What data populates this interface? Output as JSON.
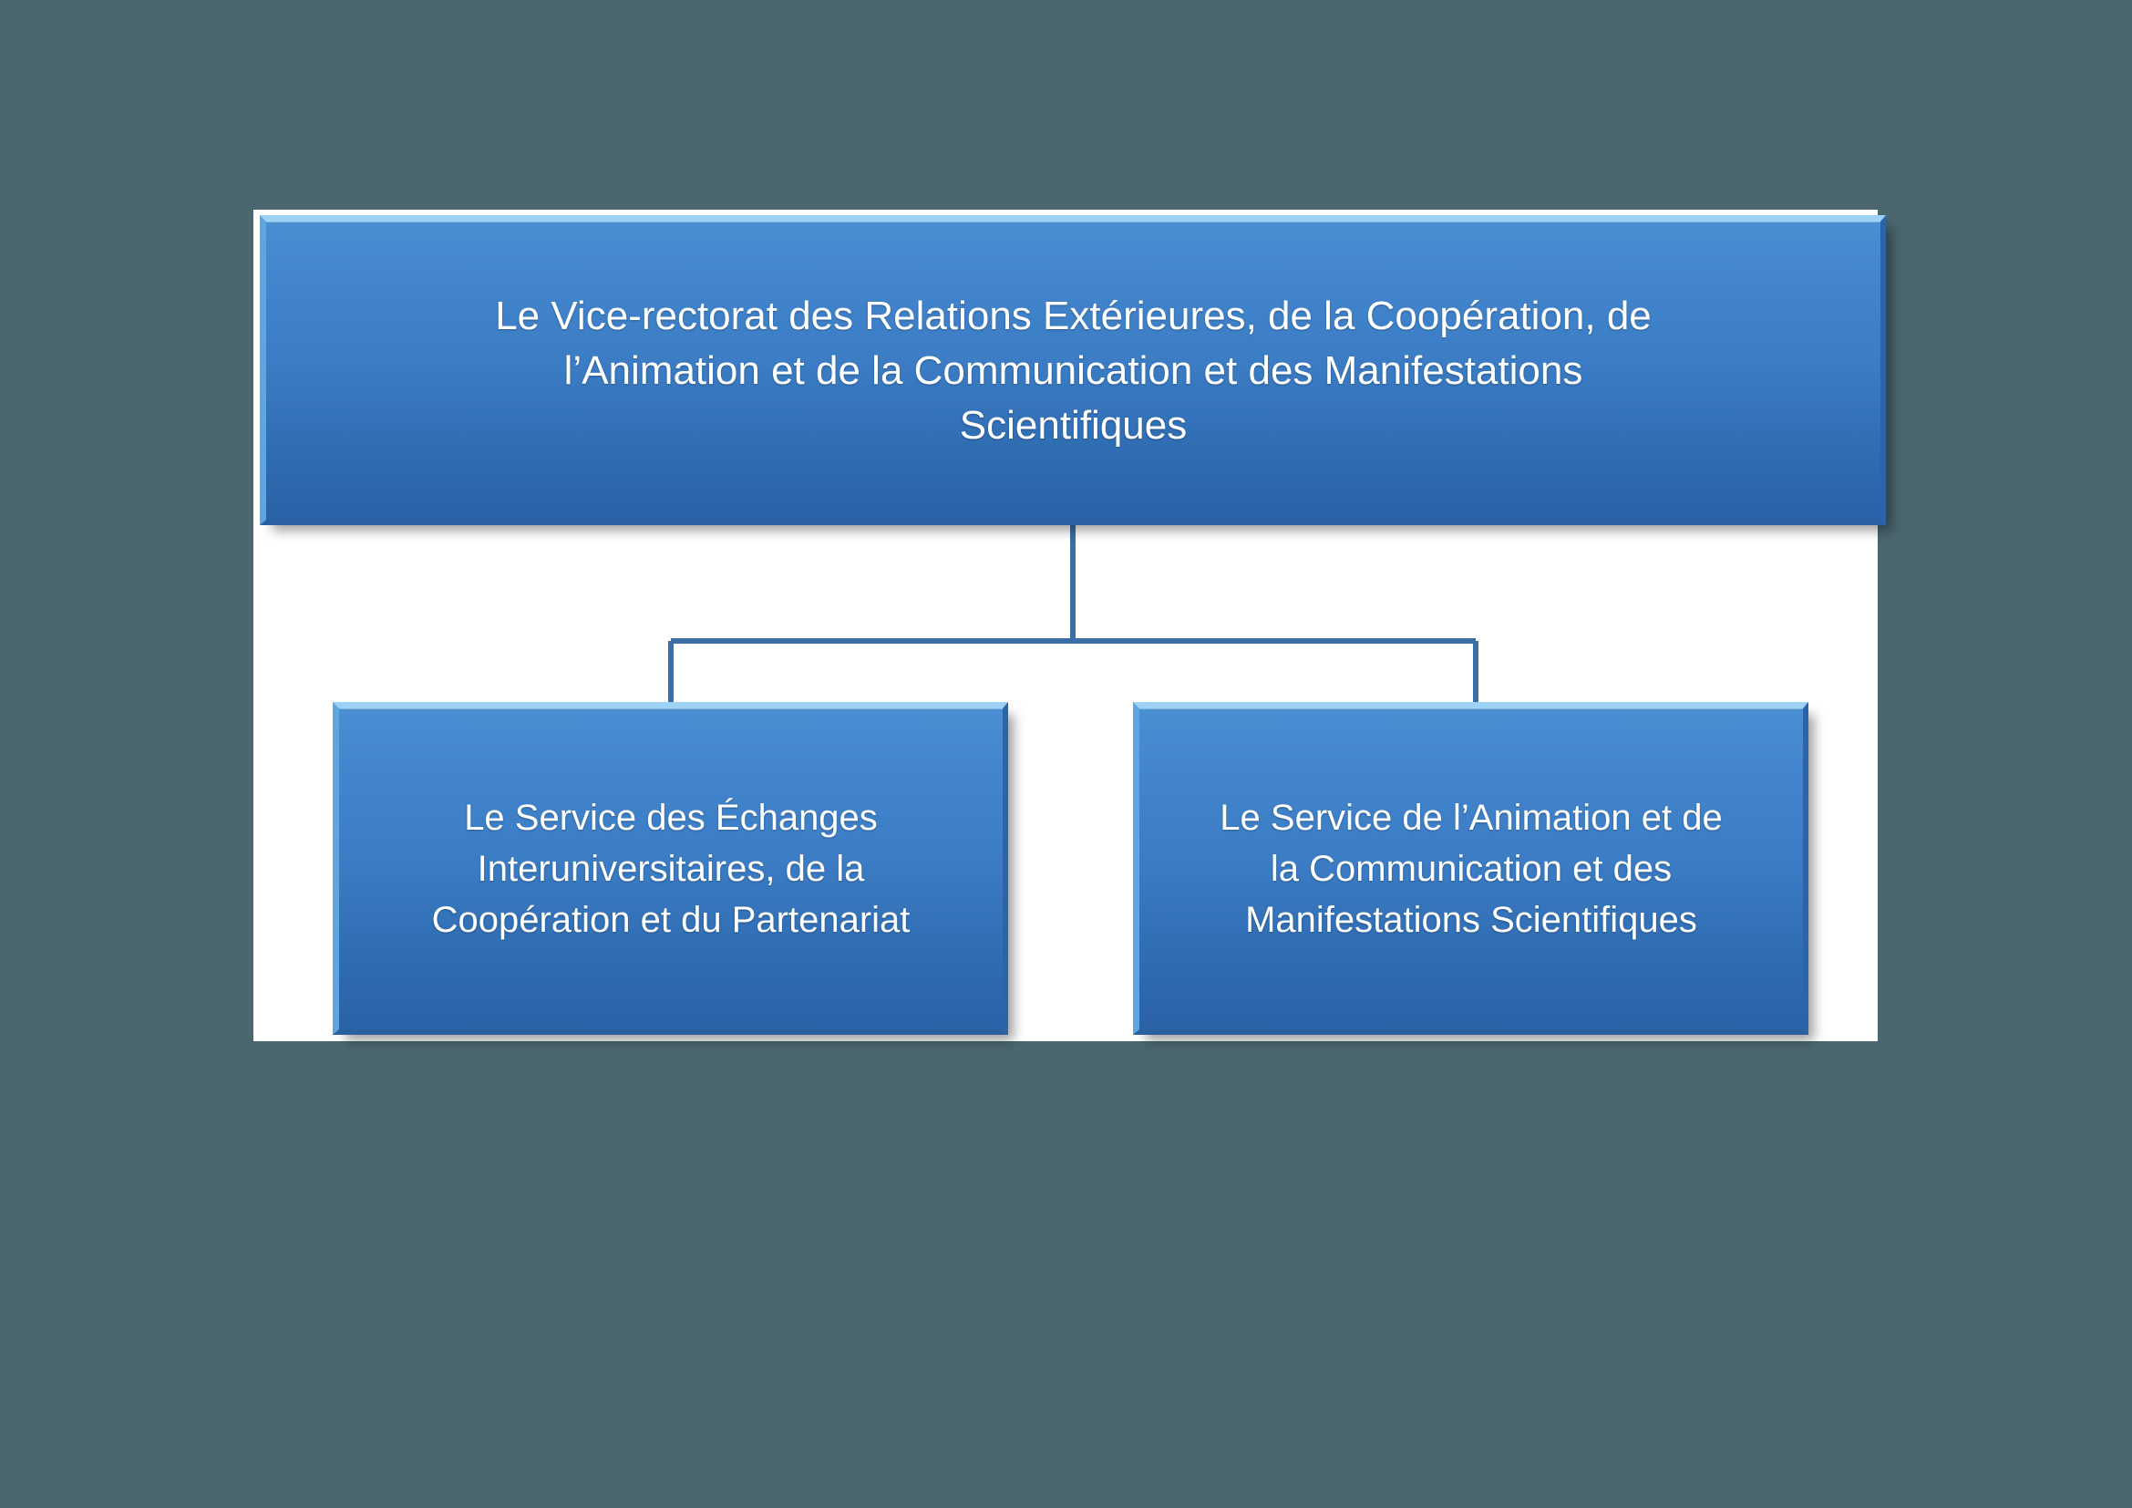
{
  "theme": {
    "background_color": "#4b666f",
    "canvas_color": "#ffffff",
    "node_fill_top": "#4a8ed2",
    "node_fill_bottom": "#2a62a6",
    "node_bevel_highlight": "#9ed2f5",
    "node_text_color": "#ffffff",
    "connector_color": "#3a6ea5"
  },
  "diagram": {
    "type": "organizational-chart",
    "root": {
      "id": "vice-rectorat",
      "lines": [
        "Le Vice-rectorat des Relations Extérieures, de la Coopération, de",
        "l’Animation et de la Communication et des Manifestations",
        "Scientifiques"
      ],
      "full_text": "Le Vice-rectorat des Relations Extérieures, de la Coopération, de l’Animation et de la Communication et des Manifestations Scientifiques"
    },
    "children": [
      {
        "id": "service-echanges",
        "lines": [
          "Le Service des Échanges",
          "Interuniversitaires, de la",
          "Coopération et du Partenariat"
        ],
        "full_text": "Le Service des Échanges Interuniversitaires, de la Coopération et du Partenariat"
      },
      {
        "id": "service-animation",
        "lines": [
          "Le Service de l’Animation et de",
          "la Communication et des",
          "Manifestations Scientifiques"
        ],
        "full_text": "Le Service de l’Animation et de la Communication et des Manifestations Scientifiques"
      }
    ]
  }
}
